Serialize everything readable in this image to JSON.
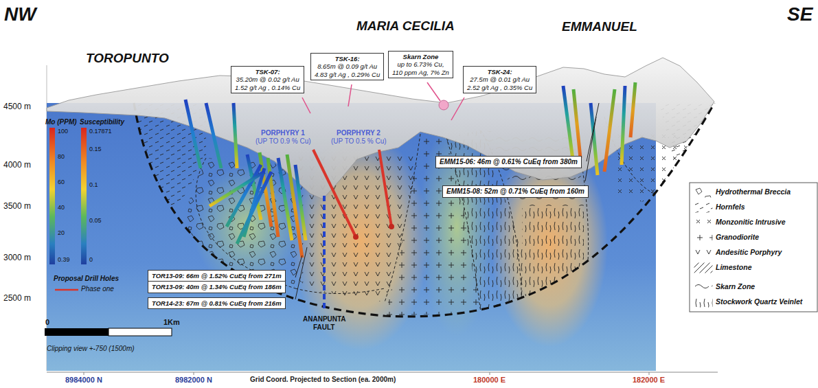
{
  "diagram": {
    "title": "MARIA CECILIA",
    "nodes": [
      {
        "text": [
          "TSK-07:",
          "35.20m @ 0.02 g/t Au",
          "1.52 g/t Ag , 0.14% Cu"
        ]
      },
      {
        "text": [
          "TSK-16:",
          "8.65m @ 0.09 g/t Au",
          "4.83 g/t Ag , 0.29% Cu"
        ]
      },
      {
        "text": [
          "Skarn Zone",
          "up to 6.73% Cu,",
          "110 ppm Ag, 7% Zn"
        ]
      },
      {
        "text": [
          "TSK-24:",
          "27.5m @ 0.01 g/t Au",
          "2.52 g/t Ag , 0.35% Cu"
        ]
      },
      {
        "text": [
          "EMM15-06: 46m @ 0.61% CuEq from 380m"
        ]
      },
      {
        "text": [
          "EMM15-08: 52m @ 0.71% CuEq from 160m"
        ]
      },
      {
        "text": [
          "TOR13-09: 66m @ 1.52% CuEq from 271m"
        ]
      },
      {
        "text": [
          "TOR13-09: 40m @ 1.34% CuEq from 186m"
        ]
      },
      {
        "text": [
          "TOR14-23: 67m @ 0.81% CuEq from 216m"
        ]
      }
    ],
    "labels": [
      "NW",
      "SE",
      "TOROPUNTO",
      "EMMANUEL",
      "4500 m",
      "4000 m",
      "3500 m",
      "3000 m",
      "2500 m",
      "PORPHYRY 1",
      "(UP TO 0.9 % Cu)",
      "PORPHYRY 2",
      "(UP TO 0.5 % Cu)",
      "Mo (PPM)",
      "100",
      "80",
      "60",
      "40",
      "20",
      "0.39",
      "Susceptibility",
      "0.17871",
      "0.15",
      "0.1",
      "0.05",
      "0",
      "Proposal Drill Holes",
      "0",
      "1Km",
      "Clipping view +-750 (1500m)",
      "ANANPUNTA",
      "FAULT",
      "8984000 N",
      "8982000 N",
      "Grid Coord. Projected to Section (ea. 2000m)",
      "180000 E",
      "182000 E"
    ],
    "legend": [
      {
        "text": "Hydrothermal Breccia"
      },
      {
        "text": "Hornfels"
      },
      {
        "text": "Monzonitic Intrusive"
      },
      {
        "text": "Granodiorite"
      },
      {
        "text": "Andesitic Porphyry"
      },
      {
        "text": "Limestone"
      },
      {
        "text": "Skarn Zone"
      },
      {
        "text": "Stockwork Quartz Veinlet"
      },
      {
        "text": "Phase one"
      }
    ]
  }
}
